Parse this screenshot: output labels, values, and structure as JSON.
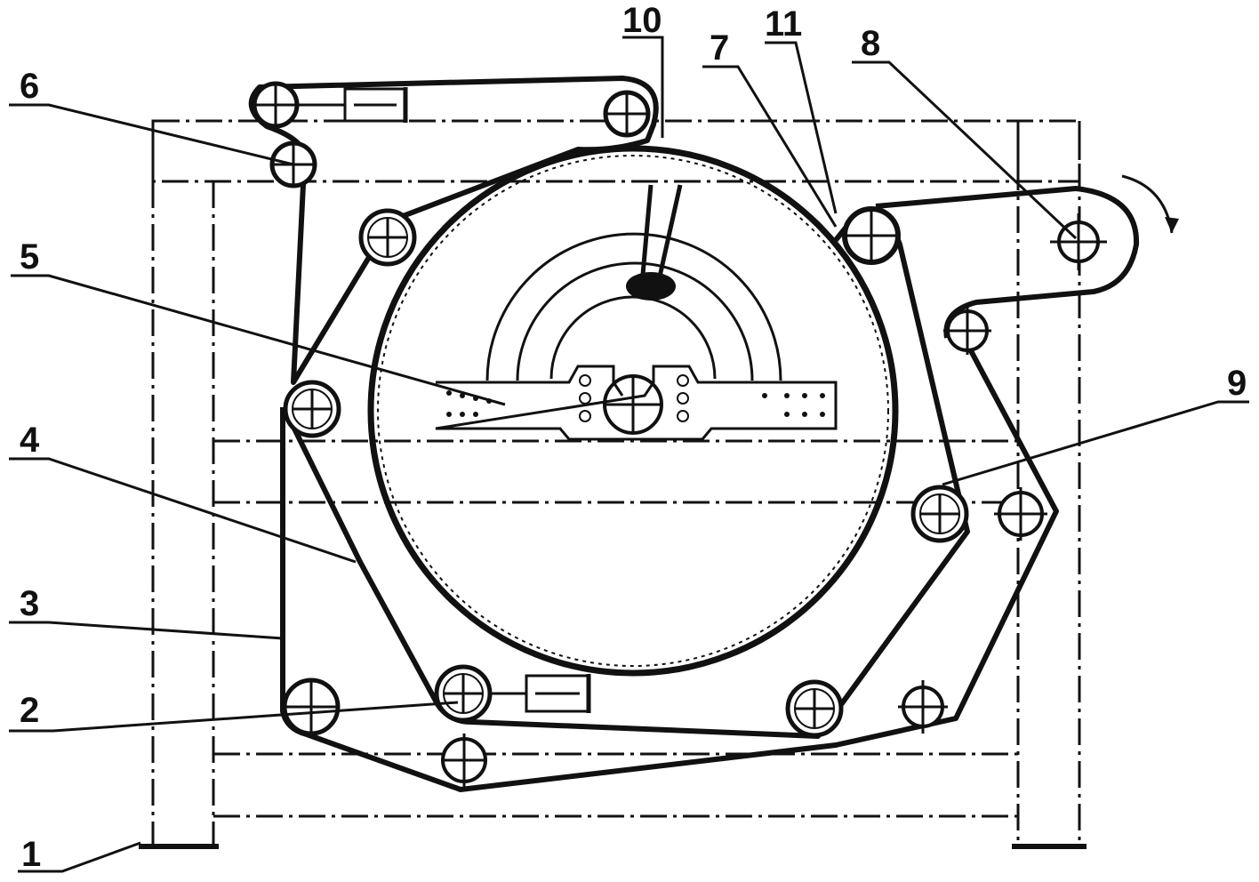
{
  "diagram": {
    "labels": {
      "l1": "1",
      "l2": "2",
      "l3": "3",
      "l4": "4",
      "l5": "5",
      "l6": "6",
      "l7": "7",
      "l8": "8",
      "l9": "9",
      "l10": "10",
      "l11": "11"
    }
  }
}
